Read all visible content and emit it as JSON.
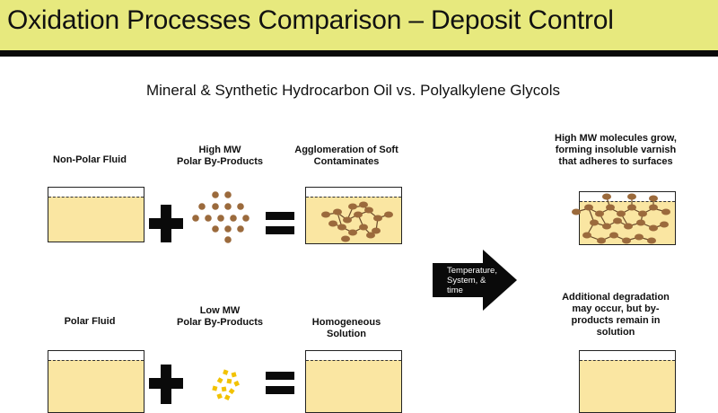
{
  "header": {
    "title": "Oxidation Processes Comparison – Deposit Control"
  },
  "subtitle": "Mineral & Synthetic Hydrocarbon Oil vs.  Polyalkylene Glycols",
  "top_row": {
    "fluid_label": "Non-Polar Fluid",
    "byproduct_label_line1": "High MW",
    "byproduct_label_line2": "Polar By-Products",
    "result_label_line1": "Agglomeration of Soft",
    "result_label_line2": "Contaminates",
    "outcome_line1": "High MW molecules grow,",
    "outcome_line2": "forming insoluble varnish",
    "outcome_line3": "that adheres to surfaces"
  },
  "bottom_row": {
    "fluid_label": "Polar Fluid",
    "byproduct_label_line1": "Low MW",
    "byproduct_label_line2": "Polar By-Products",
    "result_label_line1": "Homogeneous",
    "result_label_line2": "Solution",
    "outcome_line1": "Additional degradation",
    "outcome_line2": "may occur, but by-",
    "outcome_line3": "products remain in",
    "outcome_line4": "solution"
  },
  "arrow": {
    "line1": "Temperature,",
    "line2": "System,  &",
    "line3": "time"
  },
  "colors": {
    "title_bar": "#e7e97e",
    "fluid": "#fae6a2",
    "high_mw_particle": "#9b6a3c",
    "low_mw_particle": "#f2c200",
    "arrow": "#0a0a0a"
  }
}
